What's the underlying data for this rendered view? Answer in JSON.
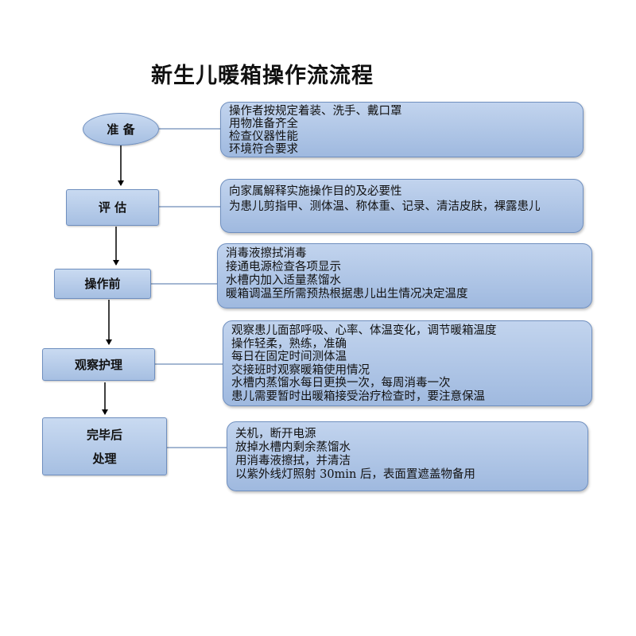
{
  "title": "新生儿暖箱操作流流程",
  "colors": {
    "box_fill": "#b3c9e8",
    "box_border": "#6f8fbf",
    "connector": "#4a6fa5",
    "arrow": "#000000"
  },
  "steps": [
    {
      "label_lines": [
        "准 备"
      ],
      "notes": [
        "操作者按规定着装、洗手、戴口罩",
        "用物准备齐全",
        "检查仪器性能",
        "环境符合要求"
      ]
    },
    {
      "label_lines": [
        "评   估"
      ],
      "notes": [
        "向家属解释实施操作目的及必要性",
        "为患儿剪指甲、测体温、称体重、记录、清洁皮肤，裸露患儿"
      ]
    },
    {
      "label_lines": [
        "操作前"
      ],
      "notes": [
        "消毒液擦拭消毒",
        "接通电源检查各项显示",
        "水槽内加入适量蒸馏水",
        "暖箱调温至所需预热根据患儿出生情况决定温度"
      ]
    },
    {
      "label_lines": [
        "观察护理"
      ],
      "notes": [
        "观察患儿面部呼吸、心率、体温变化，调节暖箱温度",
        "操作轻柔，熟练，准确",
        "每日在固定时间测体温",
        "交接班时观察暖箱使用情况",
        "水槽内蒸馏水每日更换一次，每周消毒一次",
        "患儿需要暂时出暖箱接受治疗检查时，要注意保温"
      ]
    },
    {
      "label_lines": [
        "完毕后",
        "处理"
      ],
      "notes": [
        "关机，断开电源",
        "放掉水槽内剩余蒸馏水",
        "用消毒液擦拭，并清洁",
        "以紫外线灯照射 30min 后，表面置遮盖物备用"
      ]
    }
  ]
}
